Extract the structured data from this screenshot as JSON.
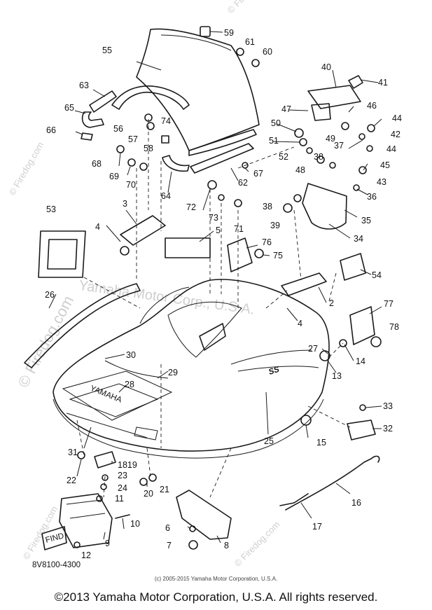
{
  "watermark": "© Firedog.com",
  "watermark_center": "Yamaha Motor Corp., U.S.A.",
  "part_code": "8V8100-4300",
  "small_copyright": "(c) 2005-2015 Yamaha Motor Corporation, U.S.A.",
  "copyright": "©2013 Yamaha Motor Corporation, U.S.A. All rights reserved.",
  "hood_logo": "YAMAHA",
  "badge_logo": "SS",
  "plate_text": "FIND",
  "callouts": [
    "59",
    "61",
    "60",
    "55",
    "63",
    "40",
    "41",
    "47",
    "46",
    "65",
    "56",
    "57",
    "74",
    "44",
    "50",
    "42",
    "66",
    "51",
    "49",
    "58",
    "68",
    "52",
    "48",
    "37",
    "38",
    "45",
    "69",
    "70",
    "64",
    "62",
    "67",
    "43",
    "72",
    "73",
    "71",
    "36",
    "38",
    "39",
    "53",
    "3",
    "35",
    "5",
    "4",
    "34",
    "76",
    "75",
    "54",
    "26",
    "2",
    "77",
    "4",
    "78",
    "27",
    "14",
    "30",
    "13",
    "29",
    "28",
    "33",
    "32",
    "25",
    "31",
    "15",
    "1819",
    "22",
    "23",
    "24",
    "21",
    "20",
    "11",
    "16",
    "10",
    "6",
    "17",
    "9",
    "7",
    "8",
    "12"
  ]
}
